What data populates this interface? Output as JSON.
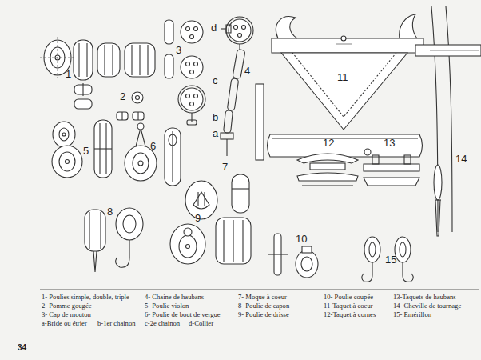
{
  "diagram": {
    "labels": [
      "1",
      "2",
      "3",
      "4",
      "d",
      "c",
      "b",
      "a",
      "5",
      "6",
      "7",
      "11",
      "12",
      "13",
      "14",
      "8",
      "9",
      "10",
      "15",
      "1- Poulies simple, double, triple",
      "2- Pomme gougée",
      "3- Cap de mouton",
      "a-Bride ou étrier",
      "b-1er chainon",
      "4- Chaine de haubans",
      "5- Poulie violon",
      "6- Poulie de bout de vergue",
      "c-2e chainon",
      "d-Collier",
      "7- Moque à coeur",
      "8- Poulie de capon",
      "9- Poulie de drisse",
      "10- Poulie coupée",
      "11-Taquet à coeur",
      "12-Taquet à cornes",
      "13-Taquets de haubans",
      "14- Cheville de tournage",
      "15- Emérillon",
      "34"
    ]
  }
}
